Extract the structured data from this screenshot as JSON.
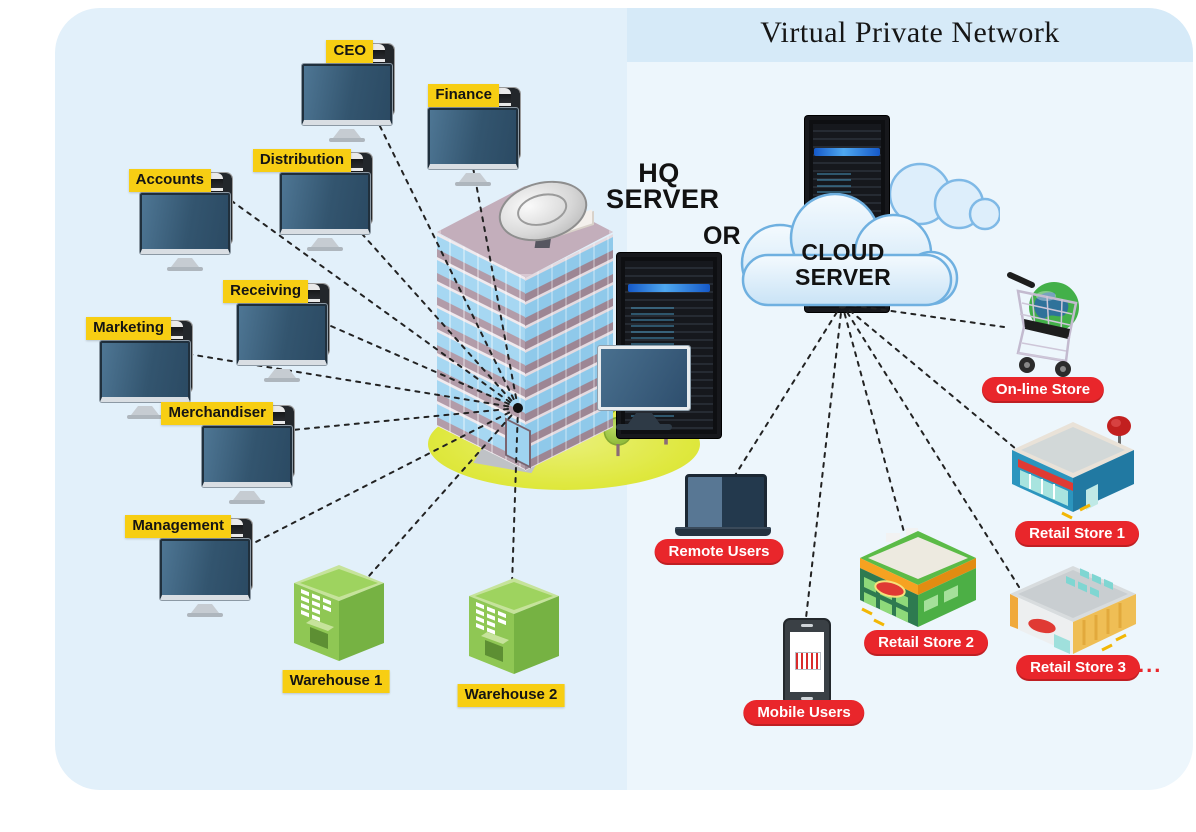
{
  "header": {
    "title": "Virtual Private Network"
  },
  "hq": {
    "title_line1": "HQ",
    "title_line2": "SERVER",
    "or_label": "OR"
  },
  "cloud": {
    "title_line1": "CLOUD",
    "title_line2": "SERVER"
  },
  "departments": [
    {
      "label": "CEO",
      "icon": "desktop-computer-icon"
    },
    {
      "label": "Finance",
      "icon": "desktop-computer-icon"
    },
    {
      "label": "Distribution",
      "icon": "desktop-computer-icon"
    },
    {
      "label": "Accounts",
      "icon": "desktop-computer-icon"
    },
    {
      "label": "Receiving",
      "icon": "desktop-computer-icon"
    },
    {
      "label": "Marketing",
      "icon": "desktop-computer-icon"
    },
    {
      "label": "Merchandiser",
      "icon": "desktop-computer-icon"
    },
    {
      "label": "Management",
      "icon": "desktop-computer-icon"
    }
  ],
  "warehouses": [
    {
      "label": "Warehouse 1",
      "icon": "warehouse-icon"
    },
    {
      "label": "Warehouse 2",
      "icon": "warehouse-icon"
    }
  ],
  "endpoints": [
    {
      "label": "Remote Users",
      "icon": "laptop-icon"
    },
    {
      "label": "Mobile Users",
      "icon": "smartphone-barcode-icon"
    },
    {
      "label": "On-line Store",
      "icon": "shopping-cart-globe-icon"
    },
    {
      "label": "Retail Store 1",
      "icon": "retail-store-blue-icon"
    },
    {
      "label": "Retail Store 2",
      "icon": "retail-store-green-icon"
    },
    {
      "label": "Retail Store 3",
      "icon": "retail-store-gray-icon",
      "suffix": "..."
    }
  ],
  "connections": {
    "hq_hub_to": [
      "CEO",
      "Finance",
      "Distribution",
      "Accounts",
      "Receiving",
      "Marketing",
      "Merchandiser",
      "Management",
      "Warehouse 1",
      "Warehouse 2"
    ],
    "cloud_hub_to": [
      "Remote Users",
      "Mobile Users",
      "On-line Store",
      "Retail Store 1",
      "Retail Store 2",
      "Retail Store 3"
    ]
  },
  "colors": {
    "panel_left": "#E2F0FA",
    "panel_right": "#EDF6FC",
    "header_band": "#D6EAF8",
    "label_yellow": "#F7CE13",
    "label_red": "#E9262B",
    "line": "#222222",
    "lawn": "#DFE83E"
  }
}
